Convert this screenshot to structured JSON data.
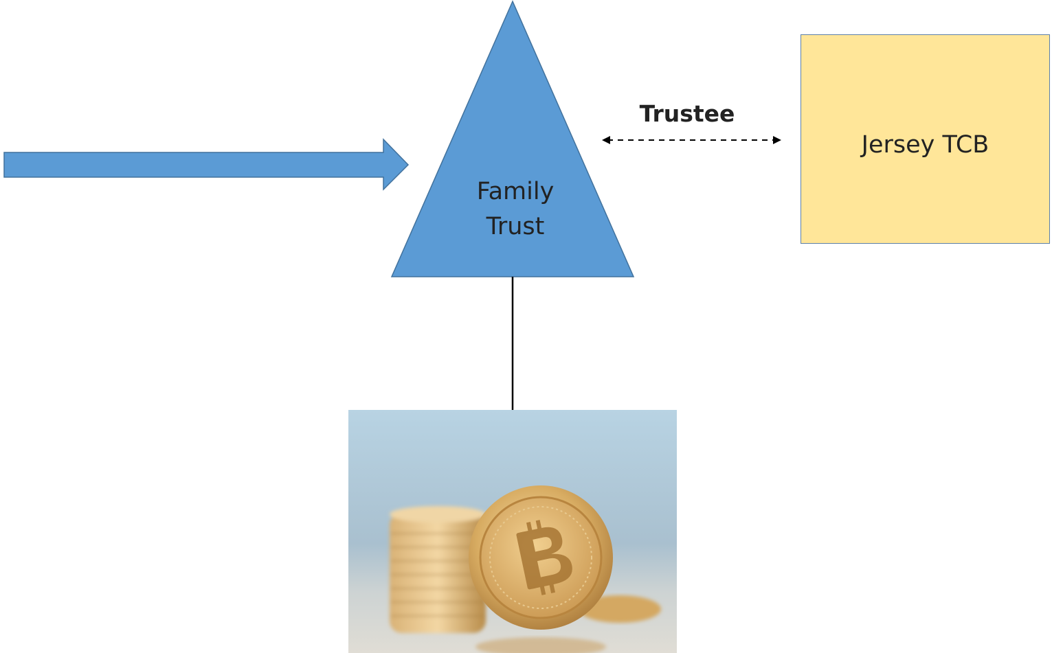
{
  "trust": {
    "label_line1": "Family",
    "label_line2": "Trust"
  },
  "relationship": {
    "label": "Trustee"
  },
  "trustee_company": {
    "label": "Jersey TCB"
  },
  "asset": {
    "icon": "bitcoin-coins-photo"
  },
  "colors": {
    "trust_fill": "#5b9bd5",
    "arrow_fill": "#5b9bd5",
    "box_fill": "#ffe699",
    "outline": "#41719c"
  }
}
